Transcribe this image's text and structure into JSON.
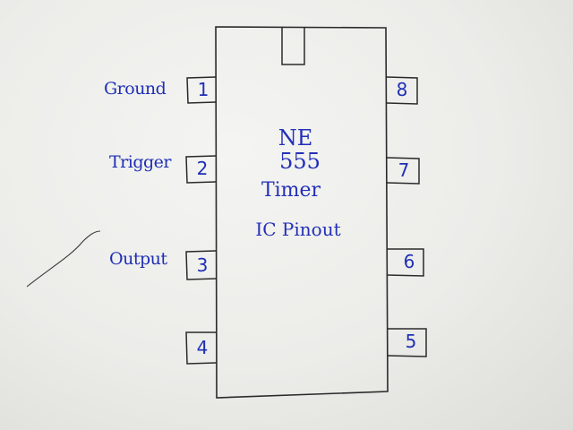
{
  "diagram": {
    "chip": {
      "line1": "NE",
      "line2": "555",
      "line3": "Timer",
      "line4": "IC Pinout"
    },
    "pins": [
      {
        "number": "1",
        "label": "Ground"
      },
      {
        "number": "2",
        "label": "Trigger"
      },
      {
        "number": "3",
        "label": "Output"
      },
      {
        "number": "4",
        "label": ""
      },
      {
        "number": "5",
        "label": ""
      },
      {
        "number": "6",
        "label": ""
      },
      {
        "number": "7",
        "label": ""
      },
      {
        "number": "8",
        "label": ""
      }
    ],
    "colors": {
      "ink_blue": "#1f2fb5",
      "pencil": "#2a2a2a",
      "paper": "#ecece9"
    }
  }
}
